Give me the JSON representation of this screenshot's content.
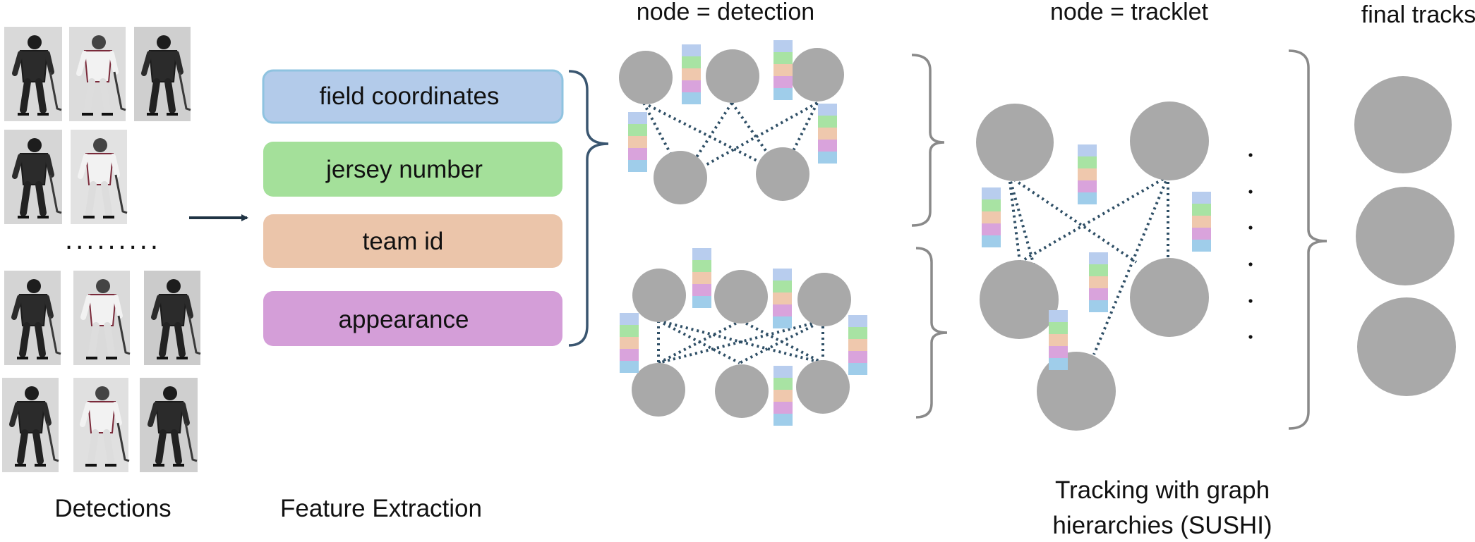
{
  "sections": {
    "detections_caption": "Detections",
    "feature_caption": "Feature Extraction",
    "tracking_caption_line1": "Tracking with graph",
    "tracking_caption_line2": "hierarchies (SUSHI)",
    "node_detection_title": "node = detection",
    "node_tracklet_title": "node = tracklet",
    "final_tracks_title": "final tracks",
    "detections_ellipsis": "........."
  },
  "features": [
    {
      "label": "field coordinates",
      "color": "#b3cbea",
      "border": "#8fc3e0"
    },
    {
      "label": "jersey number",
      "color": "#a4e09a",
      "border": "#a4e09a"
    },
    {
      "label": "team id",
      "color": "#ebc5aa",
      "border": "#ebc5aa"
    },
    {
      "label": "appearance",
      "color": "#d49ed8",
      "border": "#d49ed8"
    }
  ],
  "feature_vector_colors": [
    "#b8cdee",
    "#a8e3a3",
    "#efc8ad",
    "#d9a3dc",
    "#9fcdea"
  ],
  "colors": {
    "node": "#a9a9a9",
    "edge": "#2f4f66",
    "arrow": "#1f3344",
    "brace_blue": "#3a5670",
    "brace_grey": "#8a8a8a"
  },
  "icons": {
    "player_crop": "hockey-player-thumbnail",
    "arrow": "right-arrow-icon"
  }
}
